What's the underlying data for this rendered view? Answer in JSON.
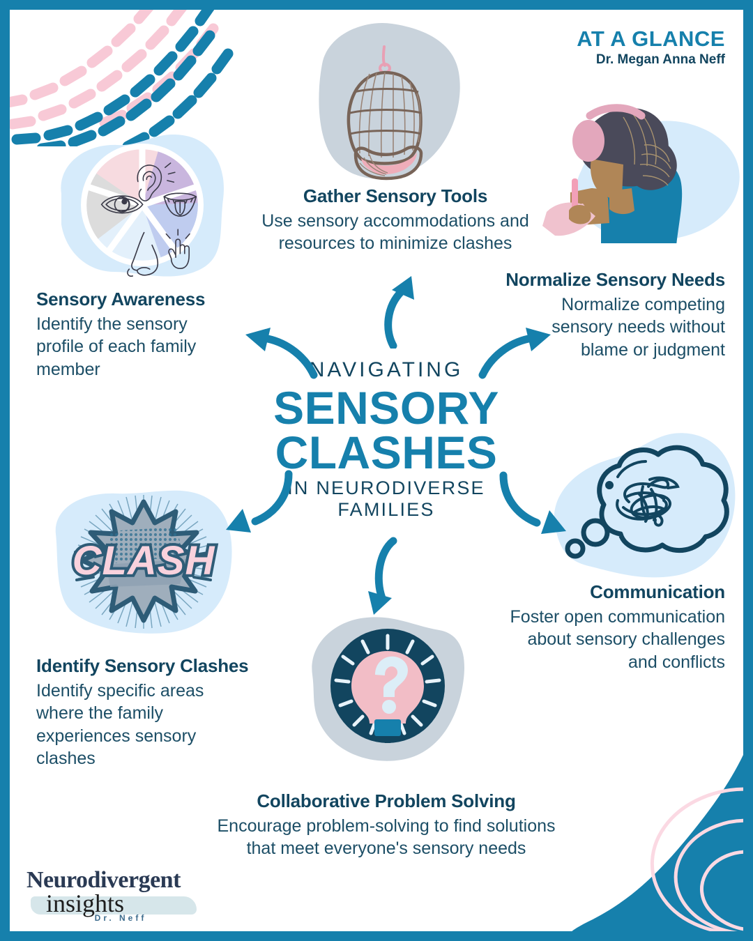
{
  "header": {
    "at_a_glance": "AT A GLANCE",
    "author": "Dr. Megan Anna Neff"
  },
  "hub": {
    "kicker": "NAVIGATING",
    "main_line1": "SENSORY",
    "main_line2": "CLASHES",
    "sub_line1": "IN NEURODIVERSE",
    "sub_line2": "FAMILIES"
  },
  "steps": [
    {
      "id": "gather-sensory-tools",
      "title": "Gather Sensory Tools",
      "body_line1": "Use sensory accommodations and",
      "body_line2": "resources to minimize clashes",
      "illustration": "hanging-egg-chair"
    },
    {
      "id": "normalize-sensory-needs",
      "title": "Normalize Sensory Needs",
      "body_line1": "Normalize competing",
      "body_line2": "sensory needs without",
      "body_line3": "blame or judgment",
      "illustration": "person-with-headphones-writing"
    },
    {
      "id": "communication",
      "title": "Communication",
      "body_line1": "Foster open communication",
      "body_line2": "about sensory challenges",
      "body_line3": "and conflicts",
      "illustration": "thought-bubble-scribble"
    },
    {
      "id": "collaborative-problem-solving",
      "title": "Collaborative Problem Solving",
      "body_line1": "Encourage problem-solving to find solutions",
      "body_line2": "that meet everyone's sensory needs",
      "illustration": "lightbulb-question-mark"
    },
    {
      "id": "identify-sensory-clashes",
      "title": "Identify Sensory Clashes",
      "body_line1": "Identify specific areas",
      "body_line2": "where the family",
      "body_line3": "experiences sensory",
      "body_line4": "clashes",
      "illustration": "comic-clash-burst",
      "illustration_word": "CLASH"
    },
    {
      "id": "sensory-awareness",
      "title": "Sensory Awareness",
      "body_line1": "Identify the sensory",
      "body_line2": "profile of each family",
      "body_line3": "member",
      "illustration": "five-senses-wheel"
    }
  ],
  "senses_wheel": [
    {
      "name": "hearing",
      "icon": "ear-icon",
      "color": "#F7DBE0"
    },
    {
      "name": "taste",
      "icon": "mouth-tongue-icon",
      "color": "#C9B6DE"
    },
    {
      "name": "touch",
      "icon": "hand-touch-icon",
      "color": "#BFCCEF"
    },
    {
      "name": "smell",
      "icon": "nose-icon",
      "color": "#E3F0FB"
    },
    {
      "name": "sight",
      "icon": "eye-icon",
      "color": "#DCDCDC"
    }
  ],
  "logo": {
    "line1": "Neurodivergent",
    "line2": "insights",
    "line3": "Dr. Neff"
  },
  "colors": {
    "frame_teal": "#1680AC",
    "accent_teal": "#1680AC",
    "deep_navy": "#12455F",
    "body_text": "#1C4E66",
    "pink": "#F6C6CF",
    "light_blue_blob": "#D6EBFB",
    "gray_blob": "#C9D3DC"
  }
}
